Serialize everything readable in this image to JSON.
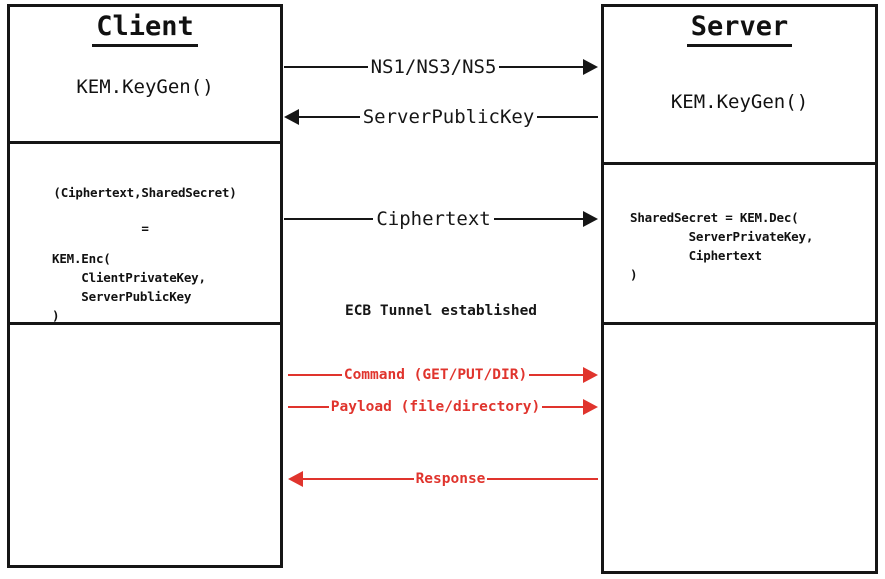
{
  "diagram": {
    "title": "KEM handshake and ECB tunnel protocol sequence",
    "colors": {
      "line": "#161616",
      "secure_channel": "#e0342d",
      "background": "#ffffff"
    }
  },
  "client": {
    "title": "Client",
    "keygen": "KEM.KeyGen()",
    "encaps_result": "(Ciphertext,SharedSecret)",
    "equals": "=",
    "encaps_call": "KEM.Enc(\n    ClientPrivateKey,\n    ServerPublicKey\n)"
  },
  "server": {
    "title": "Server",
    "keygen": "KEM.KeyGen()",
    "decaps_call": "SharedSecret = KEM.Dec(\n        ServerPrivateKey,\n        Ciphertext\n)"
  },
  "messages": [
    {
      "id": "negotiation",
      "label": "NS1/NS3/NS5",
      "direction": "right",
      "color": "line"
    },
    {
      "id": "server-public-key",
      "label": "ServerPublicKey",
      "direction": "left",
      "color": "line"
    },
    {
      "id": "ciphertext",
      "label": "Ciphertext",
      "direction": "right",
      "color": "line"
    },
    {
      "id": "command",
      "label": "Command (GET/PUT/DIR)",
      "direction": "right",
      "color": "secure_channel"
    },
    {
      "id": "payload",
      "label": "Payload (file/directory)",
      "direction": "right",
      "color": "secure_channel"
    },
    {
      "id": "response",
      "label": "Response",
      "direction": "left",
      "color": "secure_channel"
    }
  ],
  "captions": {
    "tunnel_established": "ECB Tunnel established"
  }
}
